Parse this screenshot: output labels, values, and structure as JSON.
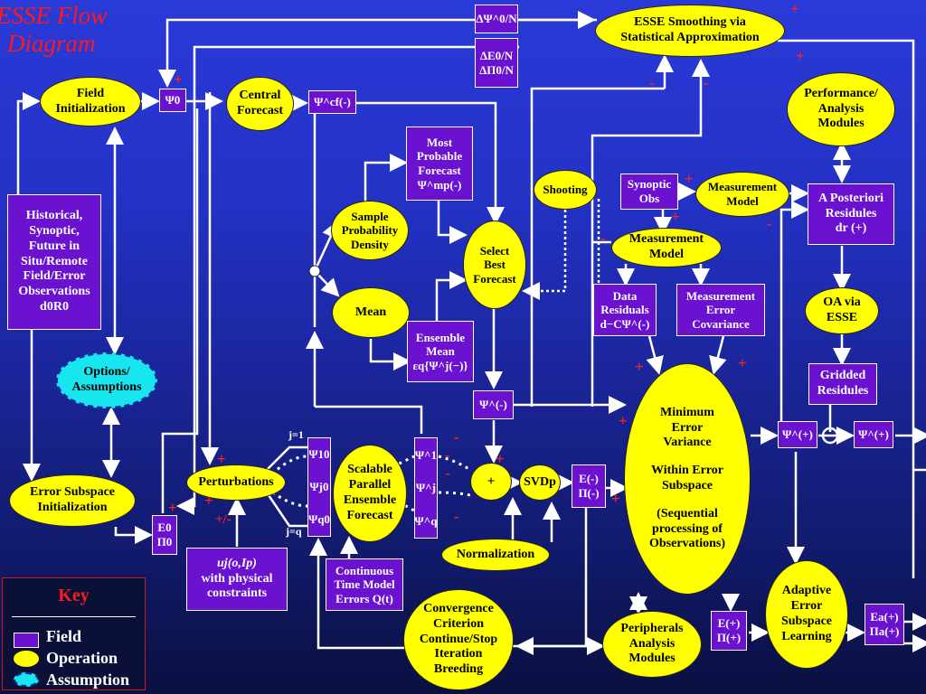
{
  "title": {
    "line1": "ESSE Flow",
    "line2": "Diagram"
  },
  "nodes": {
    "field_init": {
      "line1": "Field",
      "line2": "Initialization"
    },
    "psi0": "Ψ0",
    "central_forecast": {
      "line1": "Central",
      "line2": "Forecast"
    },
    "psi_cf": "Ψ^cf(-)",
    "delta_psi": "ΔΨ^0/N",
    "delta_e": "ΔE0/N",
    "delta_pi": "ΔΠ0/N",
    "esse_smoothing": {
      "line1": "ESSE Smoothing via",
      "line2": "Statistical Approximation"
    },
    "performance": {
      "line1": "Performance/",
      "line2": "Analysis",
      "line3": "Modules"
    },
    "most_probable": {
      "line1": "Most",
      "line2": "Probable",
      "line3": "Forecast",
      "line4": "Ψ^mp(-)"
    },
    "sample_pd": {
      "line1": "Sample",
      "line2": "Probability",
      "line3": "Density"
    },
    "select_best": {
      "line1": "Select",
      "line2": "Best",
      "line3": "Forecast"
    },
    "shooting": "Shooting",
    "synoptic_obs": {
      "line1": "Synoptic",
      "line2": "Obs"
    },
    "measurement_model_top": {
      "line1": "Measurement",
      "line2": "Model"
    },
    "a_posteriori": {
      "line1": "A Posteriori",
      "line2": "Residules",
      "line3": "dr (+)"
    },
    "measurement_model_mid": {
      "line1": "Measurement",
      "line2": "Model"
    },
    "historical": {
      "line1": "Historical,",
      "line2": "Synoptic,",
      "line3": "Future in",
      "line4": "Situ/Remote",
      "line5": "Field/Error",
      "line6": "Observations",
      "line7": "d0R0"
    },
    "mean": "Mean",
    "ensemble_mean": {
      "line1": "Ensemble",
      "line2": "Mean",
      "line3": "εq{Ψ^j(−)}"
    },
    "data_residuals": {
      "line1": "Data",
      "line2": "Residuals",
      "line3": "d−CΨ^(-)"
    },
    "meas_error_cov": {
      "line1": "Measurement",
      "line2": "Error",
      "line3": "Covariance"
    },
    "oa_esse": {
      "line1": "OA via",
      "line2": "ESSE"
    },
    "options": {
      "line1": "Options/",
      "line2": "Assumptions"
    },
    "psi_minus": "Ψ^(-)",
    "min_error_var": {
      "line1": "Minimum",
      "line2": "Error",
      "line3": "Variance",
      "line4": "Within Error",
      "line5": "Subspace",
      "line6": "(Sequential",
      "line7": "processing of",
      "line8": "Observations)"
    },
    "gridded_residules": {
      "line1": "Gridded",
      "line2": "Residules"
    },
    "psi_plus_1": "Ψ^(+)",
    "psi_plus_2": "Ψ^(+)",
    "error_subspace_init": {
      "line1": "Error Subspace",
      "line2": "Initialization"
    },
    "e0_pi0": {
      "line1": "E0",
      "line2": "Π0"
    },
    "perturbations": "Perturbations",
    "psi_stack": {
      "line1": "Ψ10",
      "line2": "Ψj0",
      "line3": "Ψq0"
    },
    "scalable": {
      "line1": "Scalable",
      "line2": "Parallel",
      "line3": "Ensemble",
      "line4": "Forecast"
    },
    "psi_hat_stack": {
      "line1": "Ψ^1",
      "line2": "Ψ^j",
      "line3": "Ψ^q"
    },
    "plus_op": "+",
    "svd": "SVDp",
    "e_pi_minus": {
      "line1": "E(-)",
      "line2": "Π(-)"
    },
    "normalization": "Normalization",
    "uj": {
      "line1": "uj(o,Ip)",
      "line2": "with physical",
      "line3": "constraints"
    },
    "continuous": {
      "line1": "Continuous",
      "line2": "Time Model",
      "line3": "Errors Q(t)"
    },
    "convergence": {
      "line1": "Convergence",
      "line2": "Criterion",
      "line3": "Continue/Stop",
      "line4": "Iteration",
      "line5": "Breeding"
    },
    "peripherals": {
      "line1": "Peripherals",
      "line2": "Analysis",
      "line3": "Modules"
    },
    "e_pi_plus": {
      "line1": "E(+)",
      "line2": "Π(+)"
    },
    "adaptive": {
      "line1": "Adaptive",
      "line2": "Error",
      "line3": "Subspace",
      "line4": "Learning"
    },
    "ea_pia": {
      "line1": "Ea(+)",
      "line2": "Πa(+)"
    }
  },
  "wire_labels": {
    "j1": "j=1",
    "jq": "j=q",
    "pm": "+/-"
  },
  "signs": {
    "plus": "+",
    "minus": "-"
  },
  "key": {
    "title": "Key",
    "field": "Field",
    "operation": "Operation",
    "assumption": "Assumption"
  },
  "colors": {
    "operation": "#ffff00",
    "field": "#6a12d0",
    "assumption": "#18e6ee",
    "sign": "#ff2020",
    "title": "#ff1a1a"
  }
}
